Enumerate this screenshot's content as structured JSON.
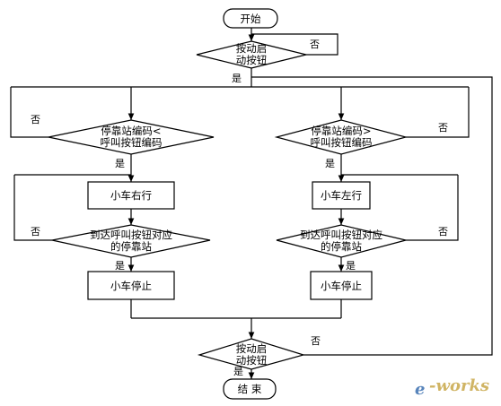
{
  "flowchart": {
    "start": "开始",
    "end": "结 束",
    "check_press_1": [
      "按动启",
      "动按钮"
    ],
    "compare_less": [
      "停靠站编码<",
      "呼叫按钮编码"
    ],
    "compare_greater": [
      "停靠站编码>",
      "呼叫按钮编码"
    ],
    "move_right": "小车右行",
    "move_left": "小车左行",
    "arrive_left": [
      "到达呼叫按钮对应",
      "的停靠站"
    ],
    "arrive_right": [
      "到达呼叫按钮对应",
      "的停靠站"
    ],
    "stop_left": "小车停止",
    "stop_right": "小车停止",
    "check_press_2": [
      "按动启",
      "动按钮"
    ],
    "yes": "是",
    "no": "否"
  },
  "watermark": {
    "letter": "e",
    "rest": "-works",
    "color": "#c8a84a",
    "accent": "#3a6fb0"
  }
}
